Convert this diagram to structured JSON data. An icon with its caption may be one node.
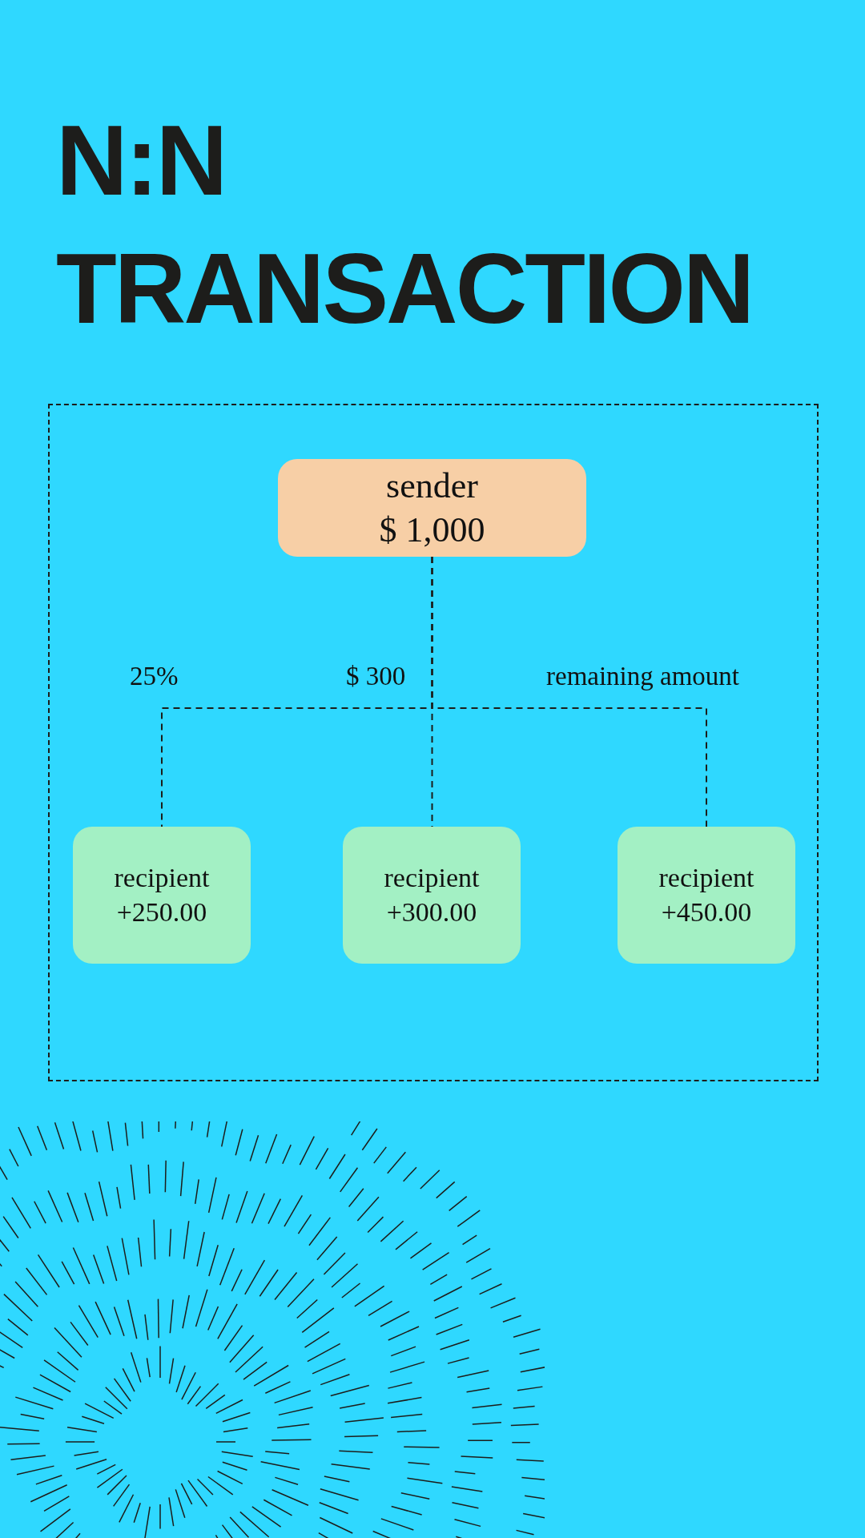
{
  "diagram": {
    "title": "N:N TRANSACTION",
    "nodes": [
      {
        "text": [],
        "shape": "box"
      },
      {
        "text": [
          "sender",
          "$ 1,000"
        ],
        "in": 0
      },
      {
        "text": [
          "recipient",
          "+250.00"
        ],
        "in": 0
      },
      {
        "text": [
          "recipient",
          "+300.00"
        ],
        "in": 0
      },
      {
        "text": [
          "recipient",
          "+450.00"
        ],
        "in": 0
      }
    ],
    "edges": [
      {
        "from": 1,
        "to": 2,
        "arrow": "none",
        "label": "25%",
        "style": "dashed"
      },
      {
        "from": 1,
        "to": 3,
        "arrow": "none",
        "label": "$ 300",
        "style": "dashed"
      },
      {
        "from": 1,
        "to": 4,
        "arrow": "none",
        "label": "remaining amount",
        "style": "dashed"
      }
    ]
  }
}
